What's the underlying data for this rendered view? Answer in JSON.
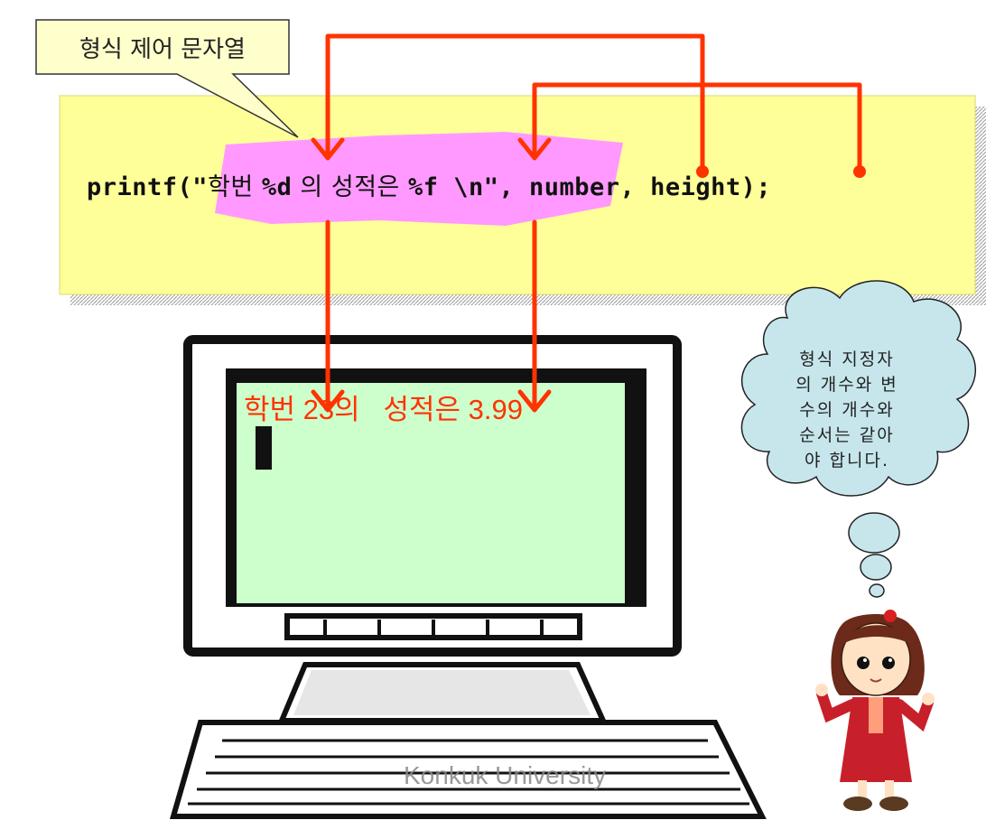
{
  "callout": {
    "label": "형식 제어 문자열"
  },
  "code": {
    "function": "printf(",
    "open_quote": "\"",
    "format_text_1": "학번 ",
    "spec_d": "%d",
    "format_text_2": " 의 성적은 ",
    "spec_f": "%f",
    "format_text_3": " \\n",
    "close_quote": "\"",
    "args": ", number, height);"
  },
  "screen": {
    "output": "학번 23의   성적은 3.99"
  },
  "thought": {
    "lines": [
      "형식 지정자",
      "의 개수와 변",
      "수의 개수와",
      "순서는 같아",
      "야 합니다."
    ]
  },
  "watermark": "Konkuk University",
  "colors": {
    "arrow": "#ff3300",
    "code_box": "#ffff99",
    "highlight": "#ff99ff",
    "screen": "#ccffcc",
    "callout": "#ffffcc",
    "cloud": "#c6e6ec"
  }
}
